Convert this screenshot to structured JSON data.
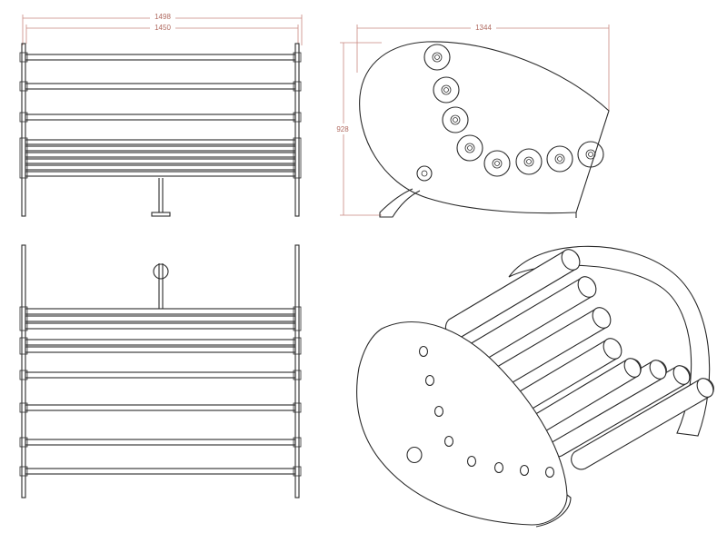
{
  "drawing": {
    "colors": {
      "line": "#2a2a2a",
      "dimension": "#c9877f",
      "dimension_text": "#b06a60"
    },
    "dimensions": {
      "overall_width": "1498",
      "inner_width": "1450",
      "side_length": "1344",
      "height": "928"
    }
  }
}
